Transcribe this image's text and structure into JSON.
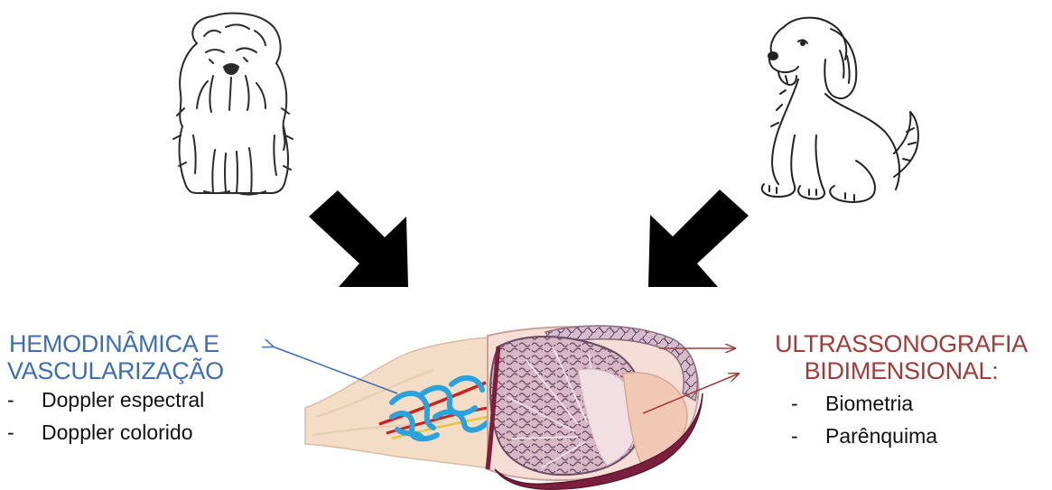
{
  "left_panel": {
    "title_line1": "HEMODINÂMICA E",
    "title_line2": "VASCULARIZAÇÃO",
    "items": [
      {
        "bullet": "-",
        "label": "Doppler espectral"
      },
      {
        "bullet": "-",
        "label": "Doppler colorido"
      }
    ],
    "color": "#3d6eb0"
  },
  "right_panel": {
    "title_line1": "ULTRASSONOGRAFIA",
    "title_line2": "BIDIMENSIONAL:",
    "items": [
      {
        "bullet": "-",
        "label": "Biometria"
      },
      {
        "bullet": "-",
        "label": "Parênquima"
      }
    ],
    "color": "#a33a3a"
  },
  "illustrations": {
    "left_animal": "long-haired-small-dog-sketch",
    "right_animal": "sitting-puppy-sketch",
    "center": "testis-and-epididymis-cross-section"
  }
}
